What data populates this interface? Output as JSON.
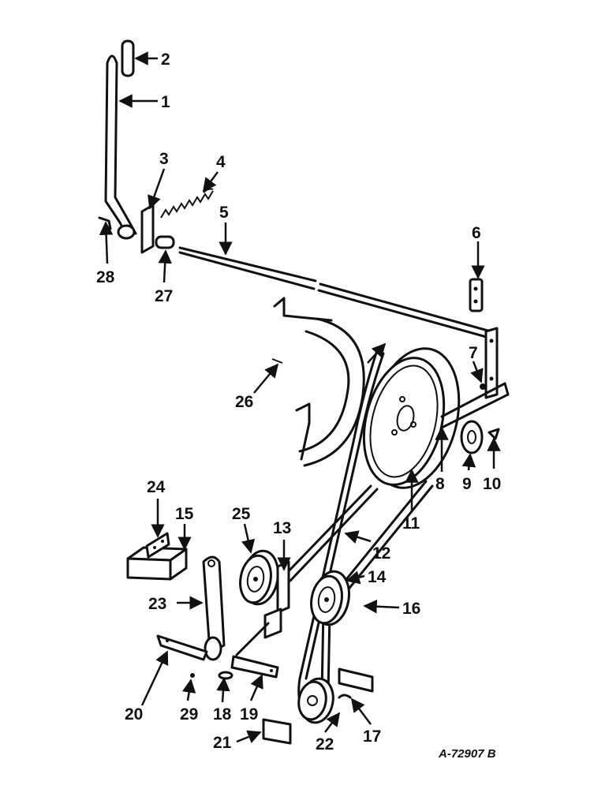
{
  "drawing_number": "A-72907 B",
  "callouts": [
    {
      "id": "1",
      "label": "1"
    },
    {
      "id": "2",
      "label": "2"
    },
    {
      "id": "3",
      "label": "3"
    },
    {
      "id": "4",
      "label": "4"
    },
    {
      "id": "5",
      "label": "5"
    },
    {
      "id": "6",
      "label": "6"
    },
    {
      "id": "7",
      "label": "7"
    },
    {
      "id": "8",
      "label": "8"
    },
    {
      "id": "9",
      "label": "9"
    },
    {
      "id": "10",
      "label": "10"
    },
    {
      "id": "11",
      "label": "11"
    },
    {
      "id": "12",
      "label": "12"
    },
    {
      "id": "13",
      "label": "13"
    },
    {
      "id": "14",
      "label": "14"
    },
    {
      "id": "15",
      "label": "15"
    },
    {
      "id": "16",
      "label": "16"
    },
    {
      "id": "17",
      "label": "17"
    },
    {
      "id": "18",
      "label": "18"
    },
    {
      "id": "19",
      "label": "19"
    },
    {
      "id": "20",
      "label": "20"
    },
    {
      "id": "21",
      "label": "21"
    },
    {
      "id": "22",
      "label": "22"
    },
    {
      "id": "23",
      "label": "23"
    },
    {
      "id": "24",
      "label": "24"
    },
    {
      "id": "25",
      "label": "25"
    },
    {
      "id": "26",
      "label": "26"
    },
    {
      "id": "27",
      "label": "27"
    },
    {
      "id": "28",
      "label": "28"
    },
    {
      "id": "29",
      "label": "29"
    }
  ]
}
